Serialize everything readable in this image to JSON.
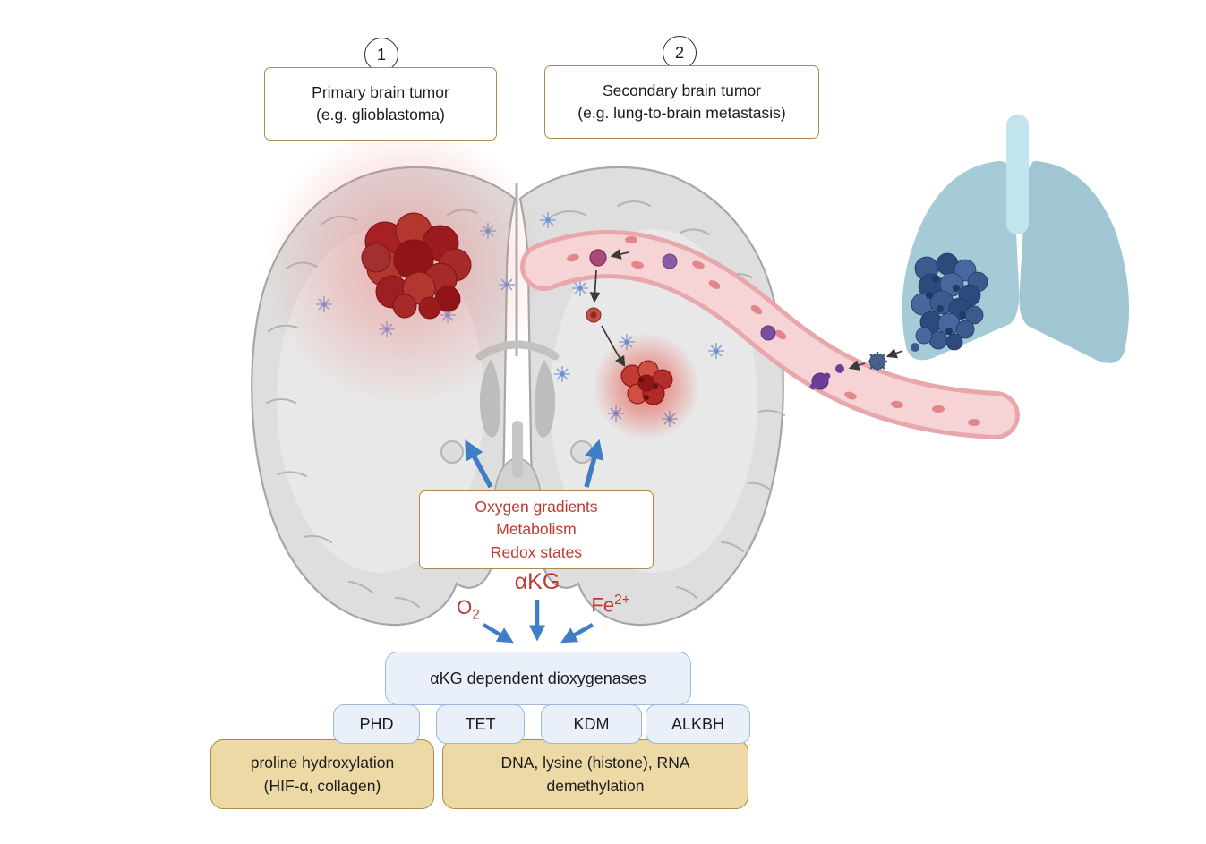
{
  "steps": [
    {
      "number": "1",
      "lines": [
        "Primary brain tumor",
        "(e.g. glioblastoma)"
      ]
    },
    {
      "number": "2",
      "lines": [
        "Secondary brain tumor",
        "(e.g. lung-to-brain metastasis)"
      ]
    }
  ],
  "microenvironment_box": {
    "lines": [
      "Oxygen gradients",
      "Metabolism",
      "Redox states"
    ]
  },
  "cofactors": {
    "akg": "αKG",
    "o2_base": "O",
    "o2_sub": "2",
    "fe_base": "Fe",
    "fe_sup": "2+"
  },
  "enzymes": {
    "header": "αKG dependent dioxygenases",
    "families": [
      "PHD",
      "TET",
      "KDM",
      "ALKBH"
    ]
  },
  "outcomes": [
    {
      "lines": [
        "proline hydroxylation",
        "(HIF-α, collagen)"
      ]
    },
    {
      "lines": [
        "DNA, lysine (histone), RNA",
        "demethylation"
      ]
    }
  ],
  "colors": {
    "accent_red": "#bf3a33",
    "tan_border": "#ab8a4b",
    "tan_fill": "#ecd9a6",
    "blue_fill": "#e9f0fa",
    "blue_border": "#9fb8da",
    "arrow_blue": "#3f7ec6",
    "tumor_red": "#a62024",
    "lung_blue": "#a5cbd7",
    "lung_tumor_blue": "#3b5a8e",
    "vessel_pink": "#f6d3d5"
  }
}
